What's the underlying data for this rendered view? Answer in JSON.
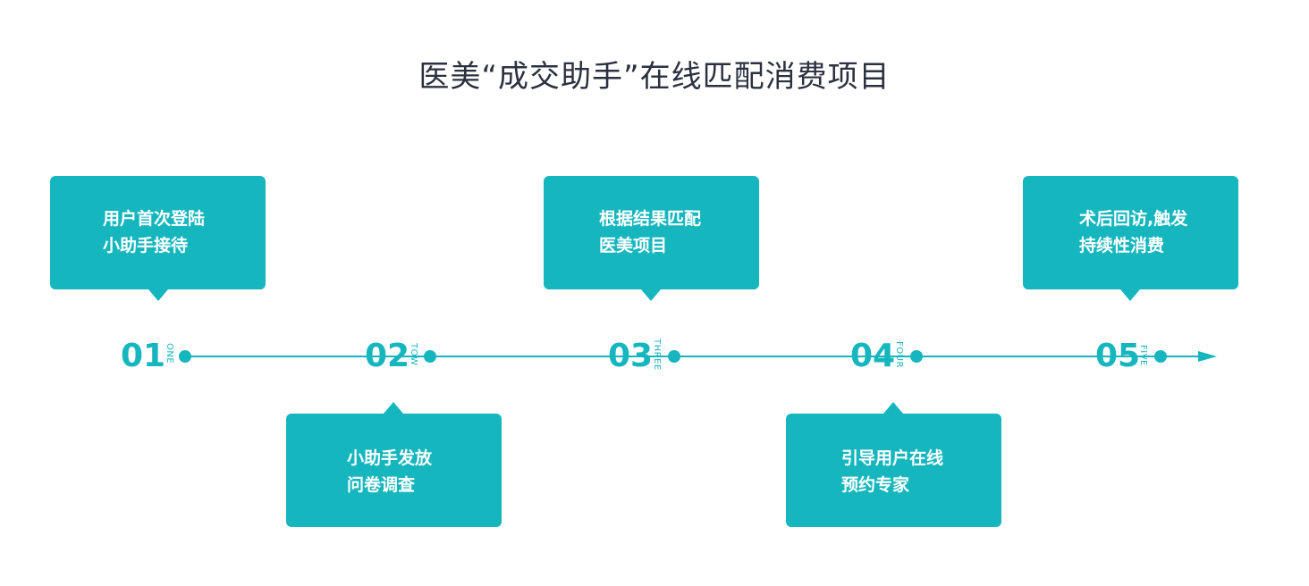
{
  "title": "医美“成交助手”在线匹配消费项目",
  "colors": {
    "accent": "#16b6be",
    "title": "#2b3140",
    "box_text": "#ffffff"
  },
  "steps": [
    {
      "number": "01",
      "word": "ONE",
      "lines": [
        "用户首次登陆",
        "小助手接待"
      ],
      "position": "above"
    },
    {
      "number": "02",
      "word": "TOW",
      "lines": [
        "小助手发放",
        "问卷调查"
      ],
      "position": "below"
    },
    {
      "number": "03",
      "word": "THREE",
      "lines": [
        "根据结果匹配",
        "医美项目"
      ],
      "position": "above"
    },
    {
      "number": "04",
      "word": "FOUR",
      "lines": [
        "引导用户在线",
        "预约专家"
      ],
      "position": "below"
    },
    {
      "number": "05",
      "word": "FIVE",
      "lines": [
        "术后回访,触发",
        "持续性消费"
      ],
      "position": "above"
    }
  ]
}
